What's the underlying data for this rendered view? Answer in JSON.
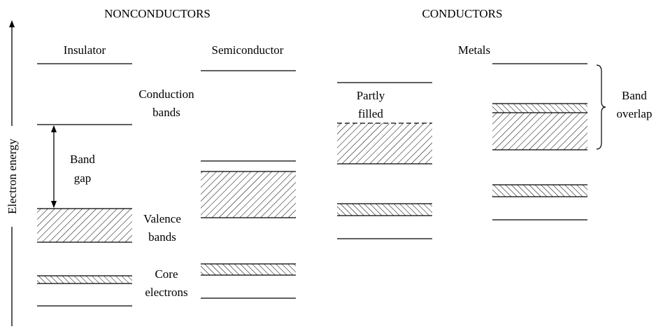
{
  "headings": {
    "nonconductors": "NONCONDUCTORS",
    "conductors": "CONDUCTORS"
  },
  "axis": {
    "label": "Electron energy"
  },
  "columns": {
    "insulator": "Insulator",
    "semiconductor": "Semiconductor",
    "metals": "Metals"
  },
  "labels": {
    "conduction_bands": [
      "Conduction",
      "bands"
    ],
    "band_gap": [
      "Band",
      "gap"
    ],
    "valence_bands": [
      "Valence",
      "bands"
    ],
    "core_electrons": [
      "Core",
      "electrons"
    ],
    "partly_filled": [
      "Partly",
      "filled"
    ],
    "band_overlap": [
      "Band",
      "overlap"
    ]
  },
  "colors": {
    "ink": "#000000",
    "background": "#ffffff"
  }
}
